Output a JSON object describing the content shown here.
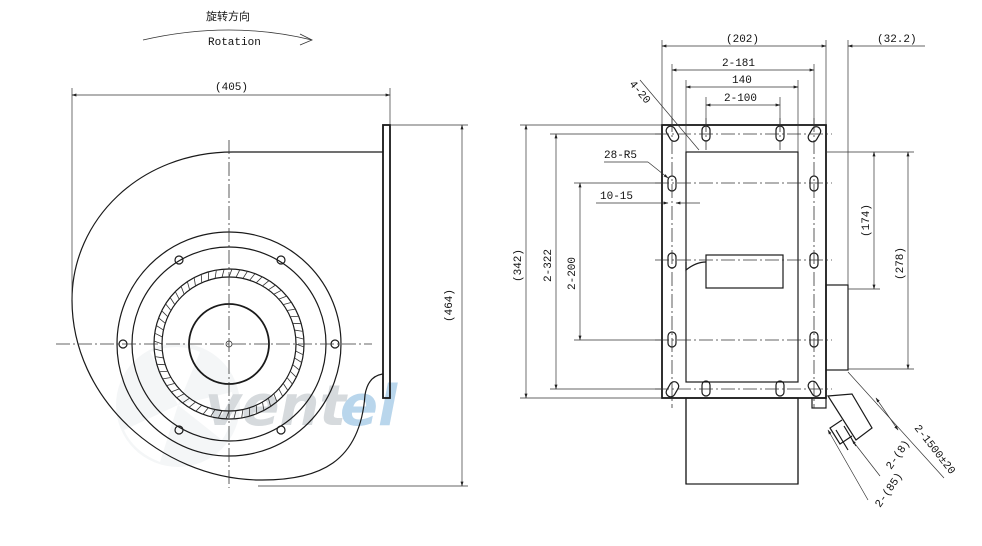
{
  "rotation": {
    "label_cn": "旋转方向",
    "label_en": "Rotation"
  },
  "watermark": {
    "part1": "vent",
    "part2": "el",
    "color1": "#d9dde0",
    "color2": "#bcd9ee"
  },
  "front_view": {
    "width_label": "(405)",
    "height_label": "(464)"
  },
  "side_view": {
    "width_total": "(202)",
    "offset_right": "(32.2)",
    "hole_span_181": "2-181",
    "span_140": "140",
    "span_100": "2-100",
    "hole_diam": "4-20",
    "slot_radius": "28-R5",
    "slot_size": "10-15",
    "height_342": "(342)",
    "height_322": "2-322",
    "height_200": "2-200",
    "height_174": "(174)",
    "height_278": "(278)",
    "cable_length": "2-1500±20",
    "cable_8": "2-(8)",
    "cable_85": "2-(85)"
  }
}
